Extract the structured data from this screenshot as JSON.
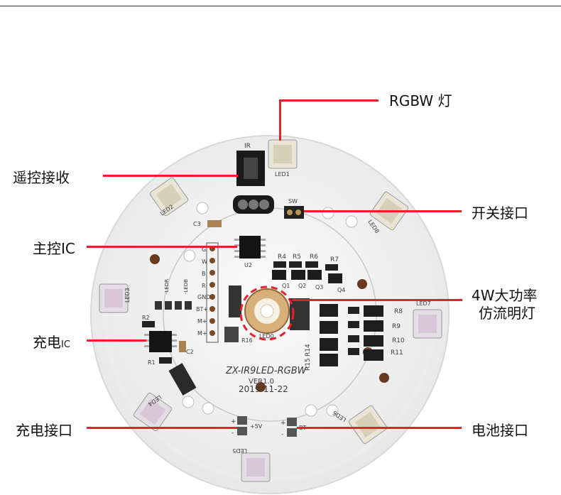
{
  "labels": {
    "rgbw": "RGBW 灯",
    "ir_remote": "遥控接收",
    "switch": "开关接口",
    "main_ic": "主控IC",
    "led_4w_line1": "4W大功率",
    "led_4w_line2": "仿流明灯",
    "charge_ic": "充电",
    "charge_ic_small": "IC",
    "charge_port": "充电接口",
    "battery_port": "电池接口"
  },
  "pcb": {
    "model": "ZX-IR9LED-RGBW",
    "version": "VER1.0",
    "date": "2019-11-22",
    "ir": "IR",
    "sw": "SW",
    "u2": "U2",
    "c3": "C3",
    "r16": "R16",
    "led0": "LED0",
    "leds": [
      "LED1",
      "LED2",
      "LED3",
      "LED4",
      "LED5",
      "LED6",
      "LED7",
      "LED8"
    ],
    "resistors": [
      "R4",
      "R5",
      "R6",
      "R7",
      "R8",
      "R9",
      "R10",
      "R11",
      "R14",
      "R15"
    ],
    "transistors": [
      "Q1",
      "Q2",
      "Q3",
      "Q4"
    ],
    "charge_parts": [
      "R2",
      "R1",
      "C2"
    ],
    "pins": [
      "G",
      "W",
      "B",
      "R",
      "GND",
      "BT+",
      "M+",
      "M+"
    ],
    "ledr": "-LEDR",
    "ledb": "-LEDB",
    "plus": "+",
    "minus": "-",
    "v5": "+5V",
    "bt": "BT"
  },
  "colors": {
    "accent_line": "#e8202a",
    "board": "#f3f3f3",
    "dashed_circle": "#e8202a"
  }
}
